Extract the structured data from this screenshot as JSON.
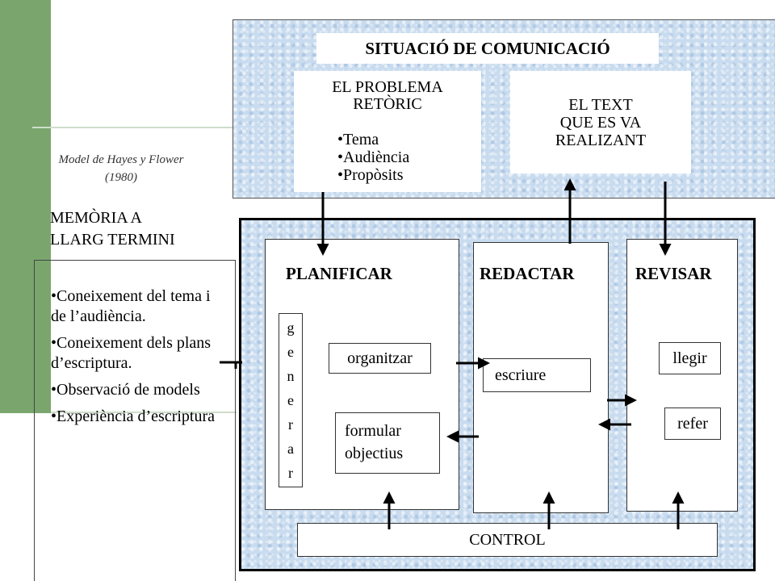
{
  "caption": {
    "line1": "Model de Hayes y Flower",
    "line2": "(1980)"
  },
  "situation": {
    "title": "SITUACIÓ DE COMUNICACIÓ",
    "problem": {
      "line1": "EL PROBLEMA",
      "line2": "RETÒRIC",
      "items": [
        "Tema",
        "Audiència",
        "Propòsits"
      ]
    },
    "text": {
      "line1": "EL TEXT",
      "line2": "QUE ES VA",
      "line3": "REALIZANT"
    }
  },
  "memory": {
    "title_line1": "MEMÒRIA A",
    "title_line2": "LLARG TERMINI",
    "items": [
      "Coneixement del tema i de l’audiència.",
      "Coneixement dels plans d’escriptura.",
      "Observació de models",
      "Experiència d’escriptura"
    ]
  },
  "process": {
    "planificar": {
      "title": "PLANIFICAR",
      "generar_letters": [
        "g",
        "e",
        "n",
        "e",
        "r",
        "a",
        "r"
      ],
      "organitzar": "organitzar",
      "formular_line1": "formular",
      "formular_line2": "objectius"
    },
    "redactar": {
      "title": "REDACTAR",
      "escriure": "escriure"
    },
    "revisar": {
      "title": "REVISAR",
      "llegir": "llegir",
      "refer": "refer"
    },
    "control": "CONTROL"
  }
}
